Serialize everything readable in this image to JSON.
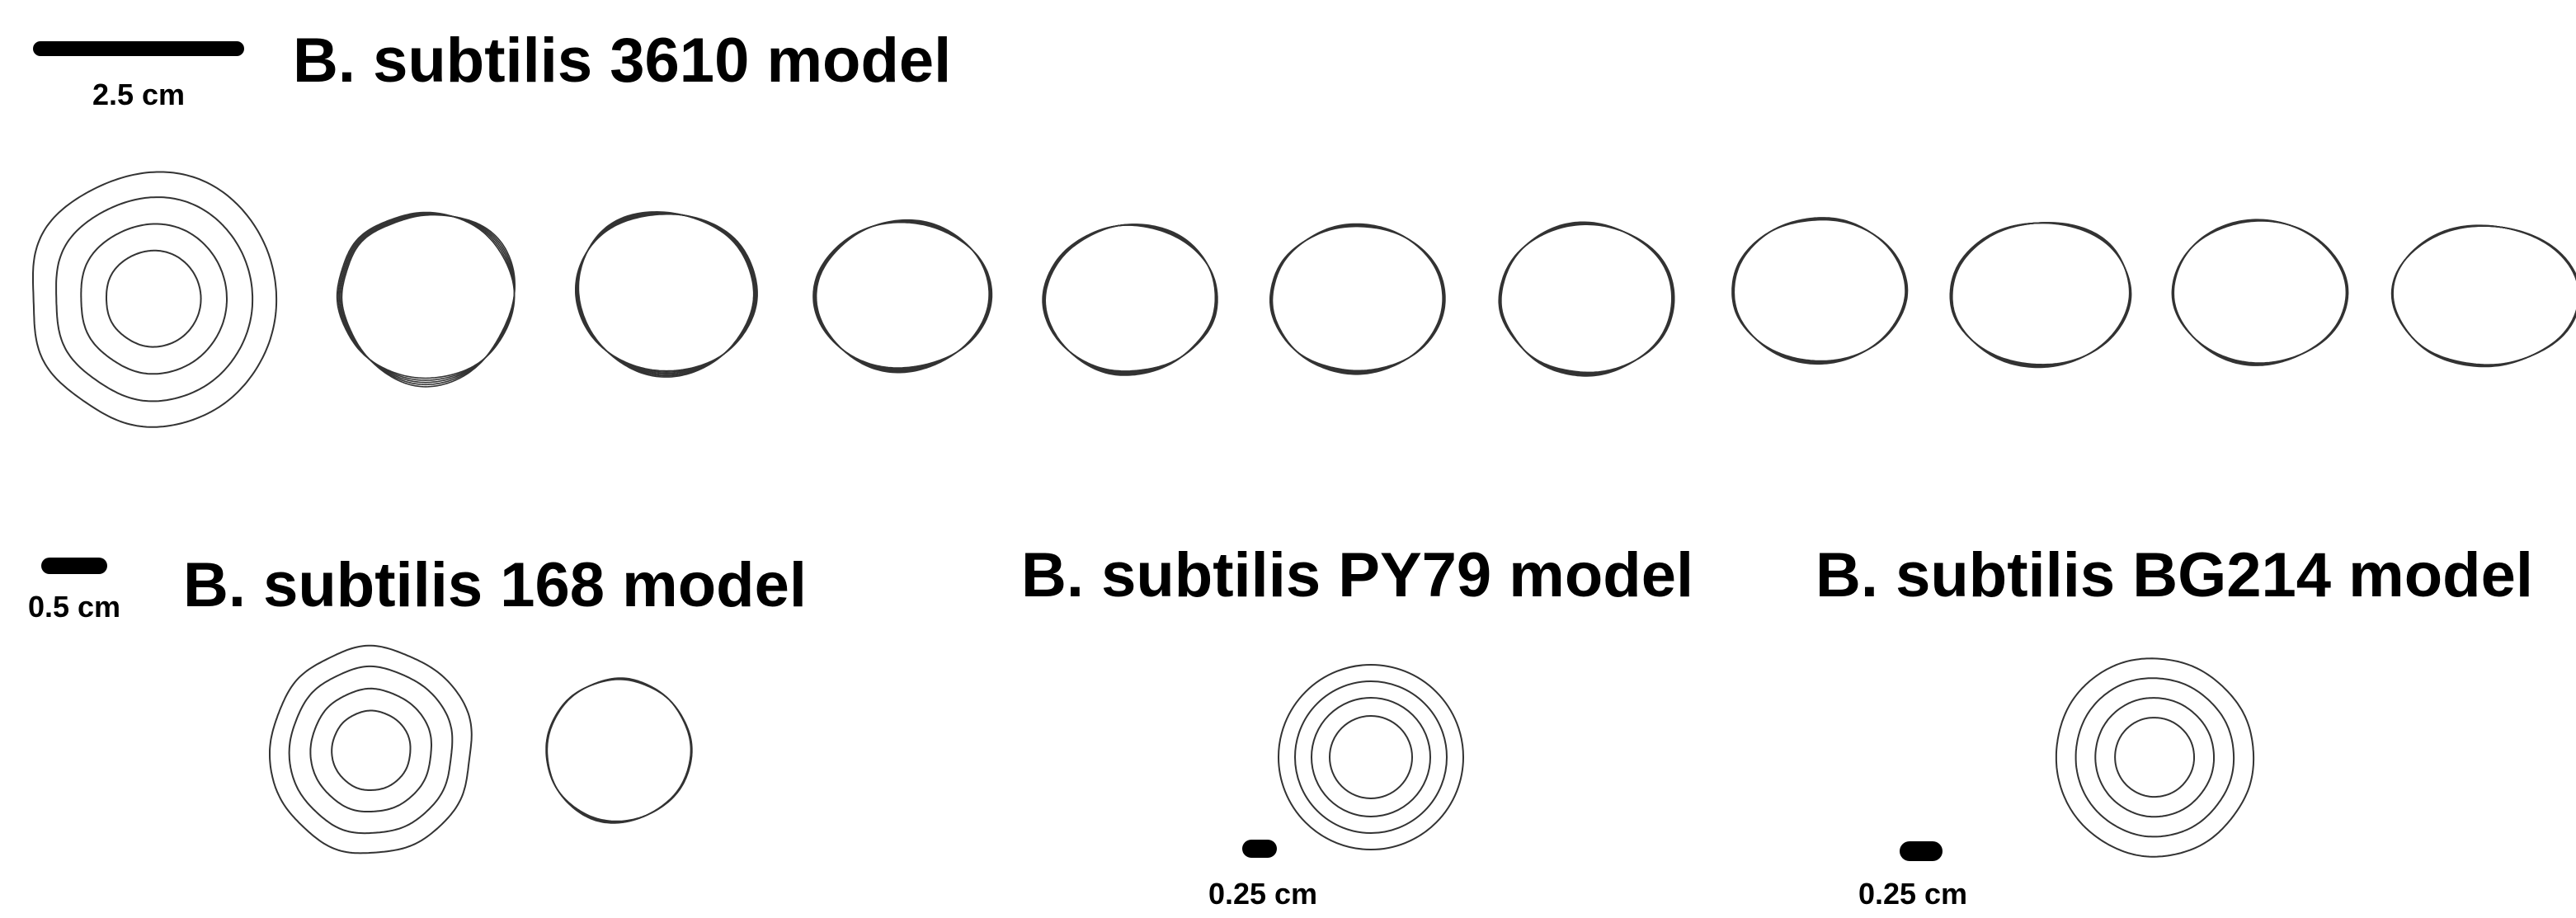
{
  "panels": {
    "strain_3610": {
      "title": "B. subtilis 3610 model",
      "scale_label": "2.5 cm"
    },
    "strain_168": {
      "title": "B. subtilis 168 model",
      "scale_label": "0.5 cm"
    },
    "strain_py79": {
      "title": "B. subtilis PY79 model",
      "scale_label": "0.25 cm"
    },
    "strain_bg214": {
      "title": "B. subtilis BG214 model",
      "scale_label": "0.25 cm"
    }
  },
  "colors": {
    "ink": "#000000",
    "line": "#333333",
    "background": "#ffffff"
  }
}
